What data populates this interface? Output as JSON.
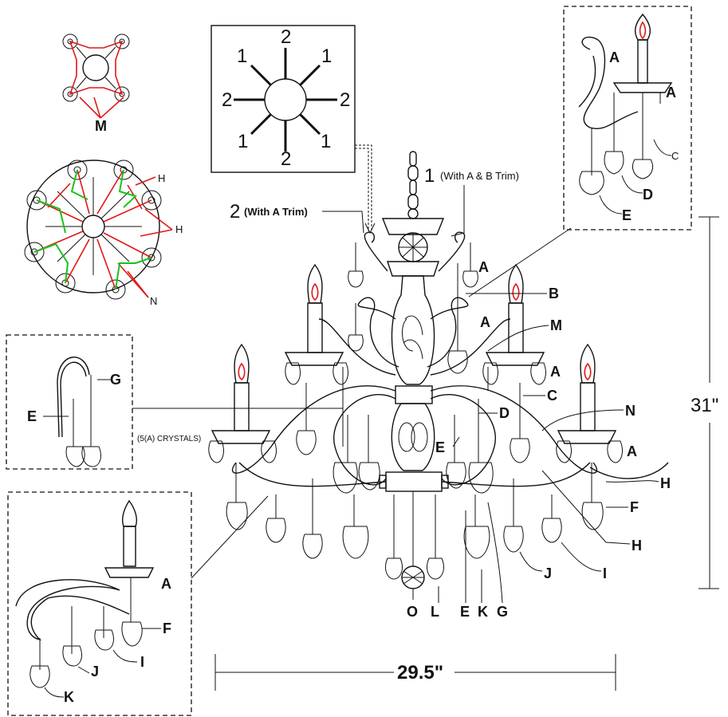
{
  "colors": {
    "line": "#111111",
    "candle_flame": "#e01818",
    "wiring_red": "#e01818",
    "wiring_green": "#19c319",
    "background": "#ffffff"
  },
  "labels": {
    "chain_1": "1",
    "chain_1_note": "(With A & B Trim)",
    "arm_2": "2",
    "arm_2_note": "(With A Trim)",
    "A": "A",
    "B": "B",
    "C": "C",
    "D": "D",
    "E": "E",
    "F": "F",
    "G": "G",
    "H": "H",
    "I": "I",
    "J": "J",
    "K": "K",
    "L": "L",
    "M": "M",
    "N": "N",
    "O": "O",
    "crystals_note": "(5(A) CRYSTALS)"
  },
  "arm_legend": {
    "top": "2",
    "bottom": "2",
    "left": "2",
    "right": "2",
    "top_left": "1",
    "top_right": "1",
    "bottom_left": "1",
    "bottom_right": "1"
  },
  "dimensions": {
    "height": "31\"",
    "width": "29.5\""
  }
}
